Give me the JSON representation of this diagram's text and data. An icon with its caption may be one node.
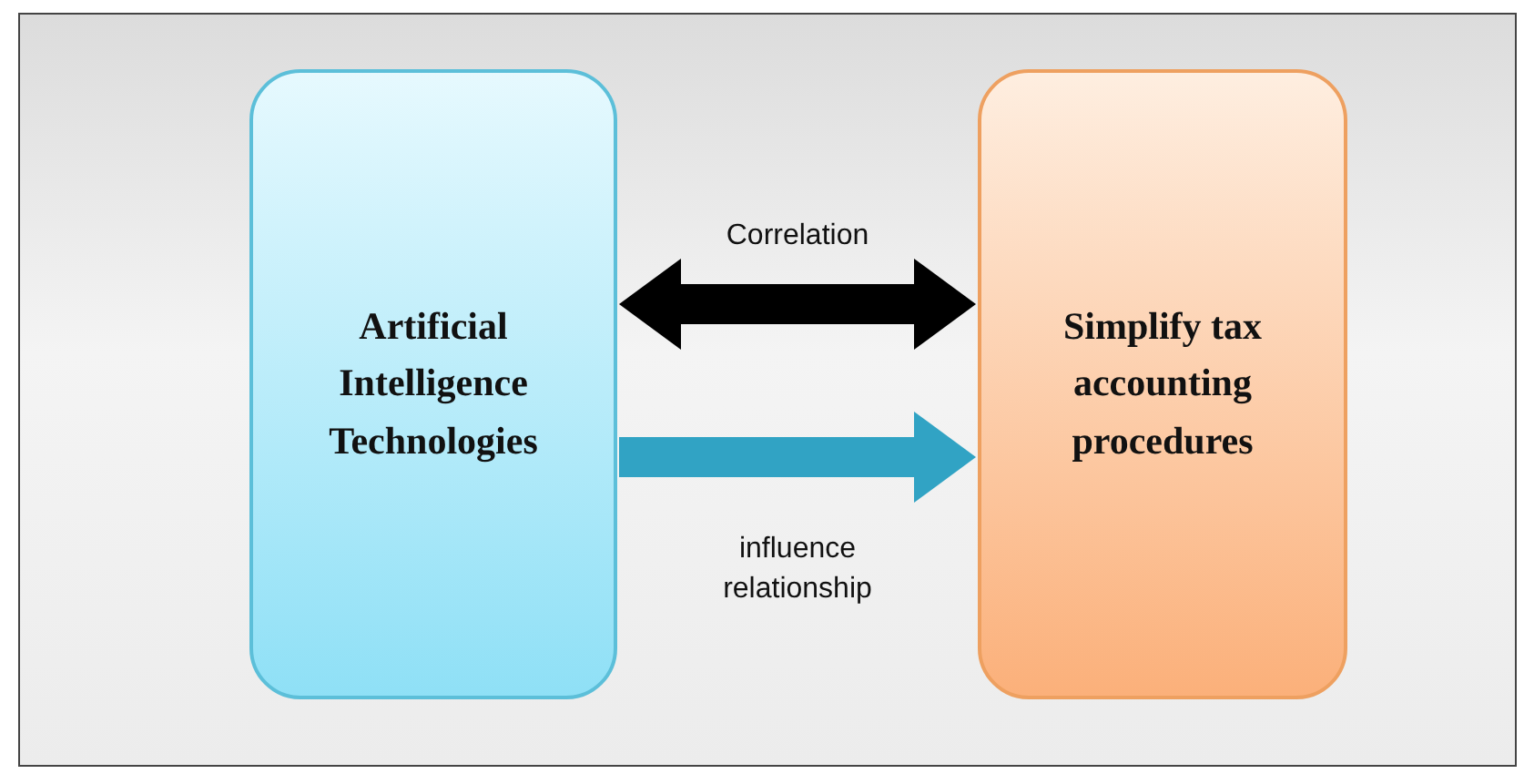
{
  "diagram": {
    "nodes": [
      {
        "text": [
          "Artificial Intelligence Technologies"
        ]
      },
      {
        "text": [
          "Simplify tax accounting procedures"
        ]
      }
    ],
    "edges": [
      {
        "from": 0,
        "to": 1,
        "arrow": "both",
        "label": "Correlation"
      },
      {
        "from": 0,
        "to": 1,
        "arrow": "to",
        "label": "influence relationship",
        "color": "#31a3c4"
      }
    ]
  }
}
